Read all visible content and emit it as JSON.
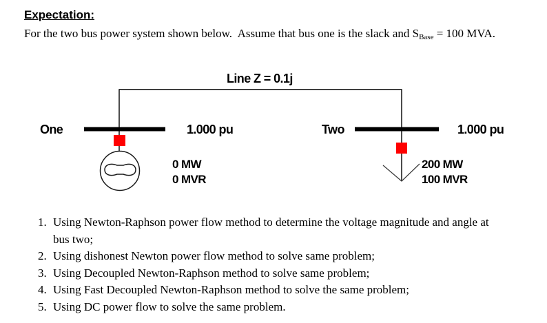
{
  "header": {
    "heading": "Expectation:",
    "intro": {
      "before_sub": "For the two bus power system shown below.  Assume that bus one is the slack and S",
      "sub": "Base",
      "after_sub": " = 100 MVA."
    }
  },
  "diagram": {
    "line_label": "Line Z = 0.1j",
    "bus_one": {
      "name": "One",
      "voltage": "1.000 pu"
    },
    "bus_two": {
      "name": "Two",
      "voltage": "1.000 pu"
    },
    "generator": {
      "mw": "0 MW",
      "mvr": "0 MVR"
    },
    "load": {
      "mw": "200 MW",
      "mvr": "100 MVR"
    },
    "colors": {
      "marker": "#ff0000",
      "bus": "#000000",
      "line": "#000000",
      "arrow": "#3d3d3d"
    }
  },
  "tasks": {
    "items": [
      {
        "num": "1.",
        "text": "Using Newton-Raphson power flow method to determine the voltage magnitude and angle at",
        "text2": "bus two;"
      },
      {
        "num": "2.",
        "text": "Using dishonest Newton power flow method to solve same problem;"
      },
      {
        "num": "3.",
        "text": "Using Decoupled Newton-Raphson method to solve same problem;"
      },
      {
        "num": "4.",
        "text": "Using Fast Decoupled Newton-Raphson method to solve the same problem;"
      },
      {
        "num": "5.",
        "text": "Using DC power flow to solve the same problem."
      }
    ]
  }
}
